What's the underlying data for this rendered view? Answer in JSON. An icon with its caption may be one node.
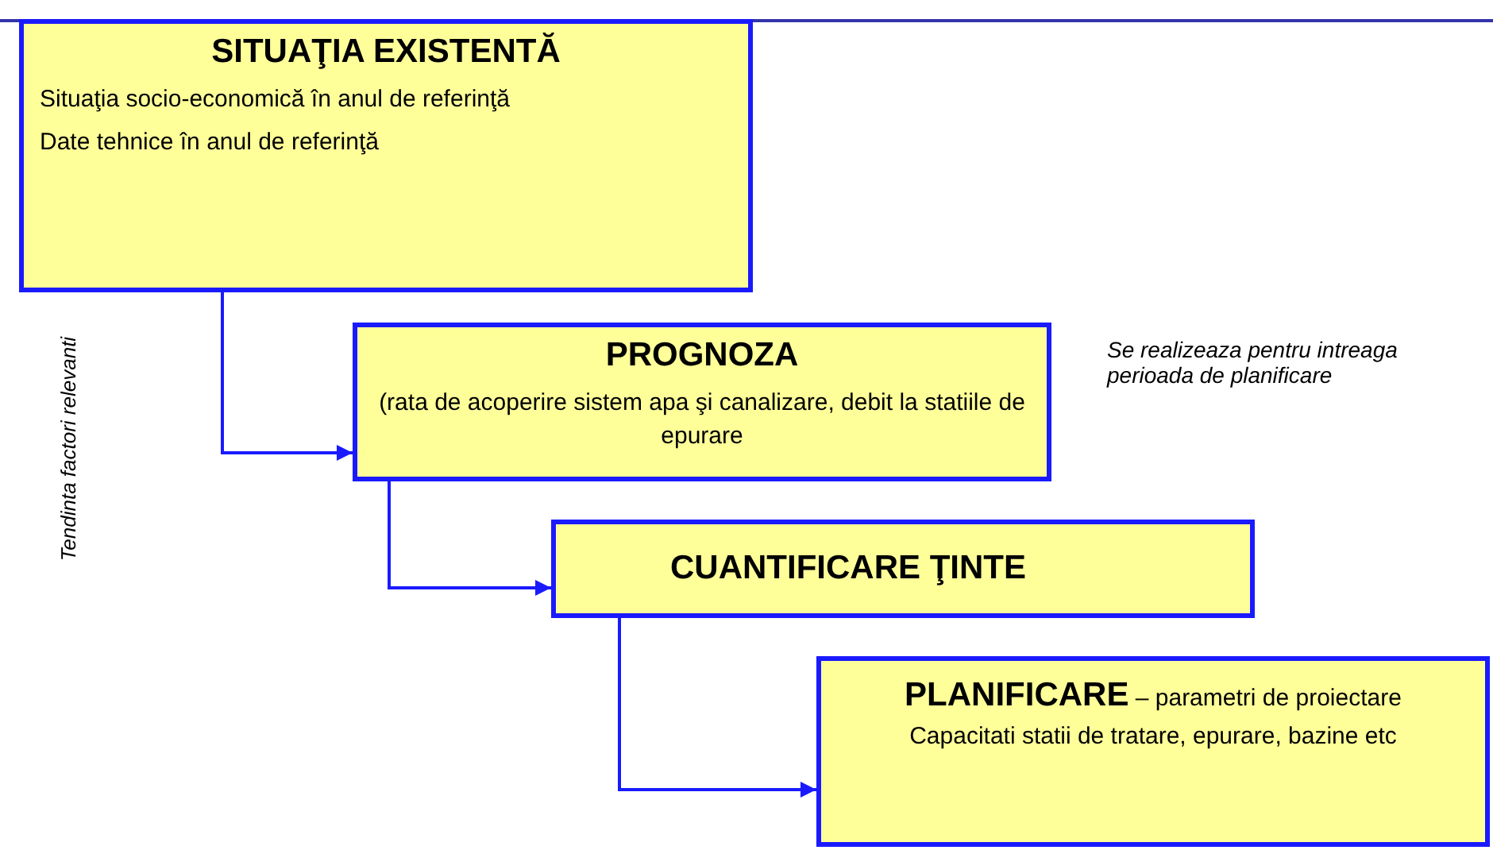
{
  "diagram": {
    "nodes": [
      {
        "text": [
          "SITUAŢIA EXISTENTĂ",
          "Situaţia socio-economică în anul de referinţă",
          "Date tehnice în anul de referinţă"
        ]
      },
      {
        "text": [
          "PROGNOZA",
          "(rata de acoperire sistem apa şi canalizare, debit la statiile de epurare"
        ]
      },
      {
        "text": [
          "CUANTIFICARE ŢINTE"
        ]
      },
      {
        "text": [
          "**PLANIFICARE** – parametri de proiectare",
          "Capacitati statii de tratare, epurare, bazine etc"
        ]
      }
    ],
    "edges": [
      {
        "from": 0,
        "to": 1,
        "arrow": "to"
      },
      {
        "from": 1,
        "to": 2,
        "arrow": "to"
      },
      {
        "from": 2,
        "to": 3,
        "arrow": "to"
      }
    ],
    "labels": [
      "Tendinta factori relevanti",
      "Se realizeaza pentru intreaga perioada de planificare"
    ]
  }
}
